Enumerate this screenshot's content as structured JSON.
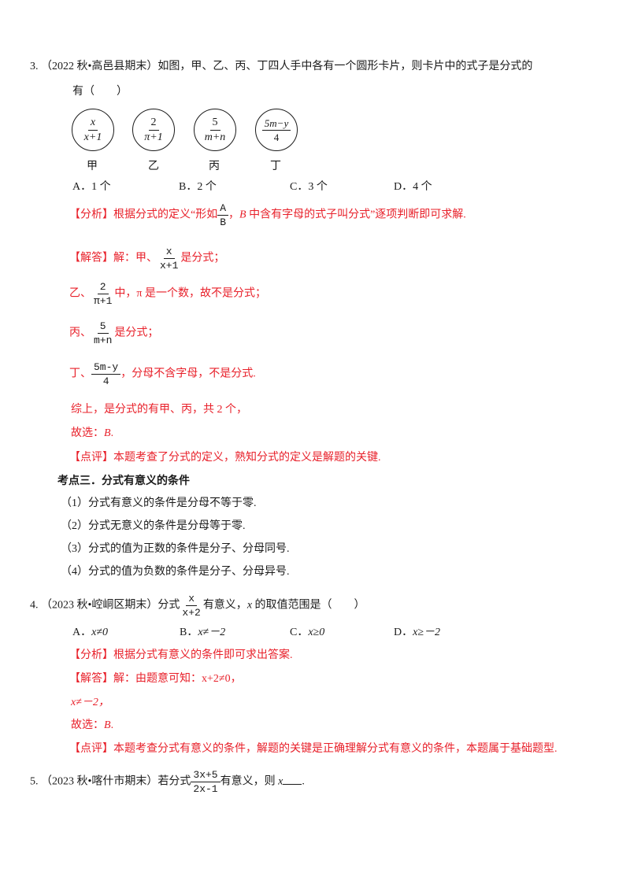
{
  "q3": {
    "number": "3.",
    "source": "（2022 秋•高邑县期末）",
    "stem_line1": "如图，甲、乙、丙、丁四人手中各有一个圆形卡片，则卡片中的式子是分式的",
    "stem_line2": "有（　　）",
    "cards": [
      {
        "num": "x",
        "den": "x+1",
        "person": "甲"
      },
      {
        "num": "2",
        "den": "π+1",
        "person": "乙"
      },
      {
        "num": "5",
        "den": "m+n",
        "person": "丙"
      },
      {
        "num": "5m−y",
        "den": "4",
        "person": "丁"
      }
    ],
    "options": [
      "A．1 个",
      "B．2 个",
      "C．3 个",
      "D．4 个"
    ],
    "analysis_tag": "【分析】",
    "analysis_pre": "根据分式的定义“形如",
    "analysis_frac": {
      "num": "A",
      "den": "B"
    },
    "analysis_mid": "，",
    "analysis_var": "B",
    "analysis_post": " 中含有字母的式子叫分式”逐项判断即可求解.",
    "answer_tag": "【解答】",
    "answer_lines": [
      {
        "pre": "解：甲、",
        "num": "x",
        "den": "x+1",
        "post": "是分式；"
      },
      {
        "pre": "乙、",
        "num": "2",
        "den": "π+1",
        "post": "中，π 是一个数，故不是分式；"
      },
      {
        "pre": "丙、",
        "num": "5",
        "den": "m+n",
        "post": "是分式；"
      },
      {
        "pre": "丁、",
        "num": "5m-y",
        "den": "4",
        "post": "，分母不含字母，不是分式."
      }
    ],
    "summary": "综上，是分式的有甲、丙，共 2 个，",
    "choice_pre": "故选：",
    "choice_val": "B",
    "choice_post": ".",
    "comment_tag": "【点评】",
    "comment": "本题考查了分式的定义，熟知分式的定义是解题的关键."
  },
  "section": {
    "title": "考点三．分式有意义的条件",
    "items": [
      "（1）分式有意义的条件是分母不等于零.",
      "（2）分式无意义的条件是分母等于零.",
      "（3）分式的值为正数的条件是分子、分母同号.",
      "（4）分式的值为负数的条件是分子、分母异号."
    ]
  },
  "q4": {
    "number": "4.",
    "source": "（2023 秋•崆峒区期末）分式",
    "frac": {
      "num": "x",
      "den": "x+2"
    },
    "stem_post_a": "有意义，",
    "stem_var": "x",
    "stem_post_b": " 的取值范围是（　　）",
    "options": [
      {
        "label": "A．",
        "val": "x≠0"
      },
      {
        "label": "B．",
        "val": "x≠－2"
      },
      {
        "label": "C．",
        "val": "x≥0"
      },
      {
        "label": "D．",
        "val": "x≥－2"
      }
    ],
    "analysis_tag": "【分析】",
    "analysis": "根据分式有意义的条件即可求出答案.",
    "answer_tag": "【解答】",
    "answer_line1": "解：由题意可知：x+2≠0，",
    "answer_line2": "x≠－2，",
    "choice_pre": "故选：",
    "choice_val": "B",
    "choice_post": ".",
    "comment_tag": "【点评】",
    "comment": "本题考查分式有意义的条件，解题的关键是正确理解分式有意义的条件，本题属于基础题型."
  },
  "q5": {
    "number": "5.",
    "source": "（2023 秋•喀什市期末）若分式",
    "frac": {
      "num": "3x+5",
      "den": "2x-1"
    },
    "stem_post": "有意义，则 ",
    "stem_var": "x",
    "stem_end": "."
  }
}
